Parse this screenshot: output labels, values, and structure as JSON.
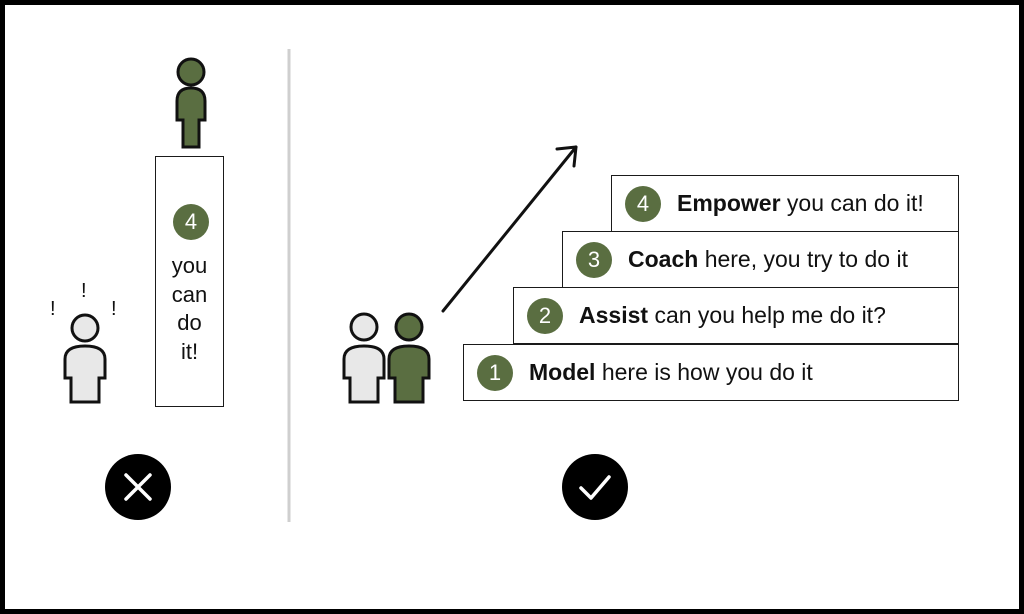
{
  "colors": {
    "accent": "#5a6e41",
    "person_light": "#e8e8e8",
    "divider": "#cfcfcf",
    "ink": "#111111"
  },
  "left_panel": {
    "step_number": "4",
    "text_lines": [
      "you",
      "can",
      "do",
      "it!"
    ],
    "exclamations": [
      "!",
      "!",
      "!"
    ],
    "verdict_icon": "cross-icon"
  },
  "right_panel": {
    "steps": [
      {
        "number": "1",
        "title": "Model",
        "text": "here is how you do it"
      },
      {
        "number": "2",
        "title": "Assist",
        "text": "can you help me do it?"
      },
      {
        "number": "3",
        "title": "Coach",
        "text": "here, you try to do it"
      },
      {
        "number": "4",
        "title": "Empower",
        "text": "you can do it!"
      }
    ],
    "verdict_icon": "check-icon"
  }
}
